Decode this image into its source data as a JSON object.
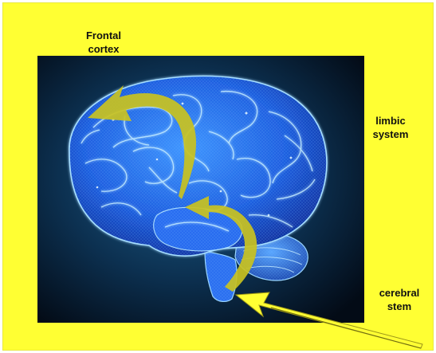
{
  "labels": {
    "frontal": {
      "line1": "Frontal",
      "line2": "cortex"
    },
    "limbic": {
      "line1": "limbic",
      "line2": "system"
    },
    "stem": {
      "line1": "cerebral",
      "line2": "stem"
    }
  },
  "colors": {
    "background": "#ffff33",
    "arrow": "#c9c21f",
    "brain": "#2f7cff",
    "brain_glow": "#8fd8ff",
    "panel_dark": "#05101e"
  }
}
